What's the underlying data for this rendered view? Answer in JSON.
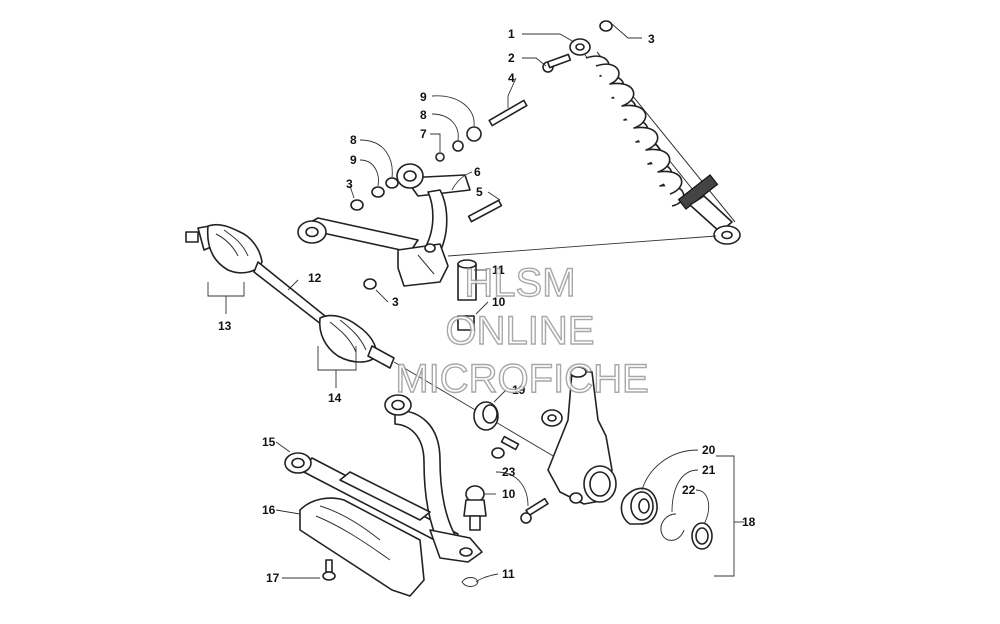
{
  "diagram": {
    "callouts": [
      {
        "id": "c1",
        "label": "1"
      },
      {
        "id": "c2",
        "label": "2"
      },
      {
        "id": "c3a",
        "label": "3"
      },
      {
        "id": "c4",
        "label": "4"
      },
      {
        "id": "c9a",
        "label": "9"
      },
      {
        "id": "c8a",
        "label": "8"
      },
      {
        "id": "c7",
        "label": "7"
      },
      {
        "id": "c8b",
        "label": "8"
      },
      {
        "id": "c9b",
        "label": "9"
      },
      {
        "id": "c3b",
        "label": "3"
      },
      {
        "id": "c6",
        "label": "6"
      },
      {
        "id": "c5",
        "label": "5"
      },
      {
        "id": "c12",
        "label": "12"
      },
      {
        "id": "c11a",
        "label": "11"
      },
      {
        "id": "c3c",
        "label": "3"
      },
      {
        "id": "c10a",
        "label": "10"
      },
      {
        "id": "c13",
        "label": "13"
      },
      {
        "id": "c14",
        "label": "14"
      },
      {
        "id": "c19",
        "label": "19"
      },
      {
        "id": "c15",
        "label": "15"
      },
      {
        "id": "c23",
        "label": "23"
      },
      {
        "id": "c10b",
        "label": "10"
      },
      {
        "id": "c16",
        "label": "16"
      },
      {
        "id": "c20",
        "label": "20"
      },
      {
        "id": "c21",
        "label": "21"
      },
      {
        "id": "c22",
        "label": "22"
      },
      {
        "id": "c18",
        "label": "18"
      },
      {
        "id": "c17",
        "label": "17"
      },
      {
        "id": "c11b",
        "label": "11"
      }
    ]
  },
  "watermark": {
    "line1": "HLSM",
    "line2": "ONLINE",
    "line3": "MICROFICHE"
  }
}
